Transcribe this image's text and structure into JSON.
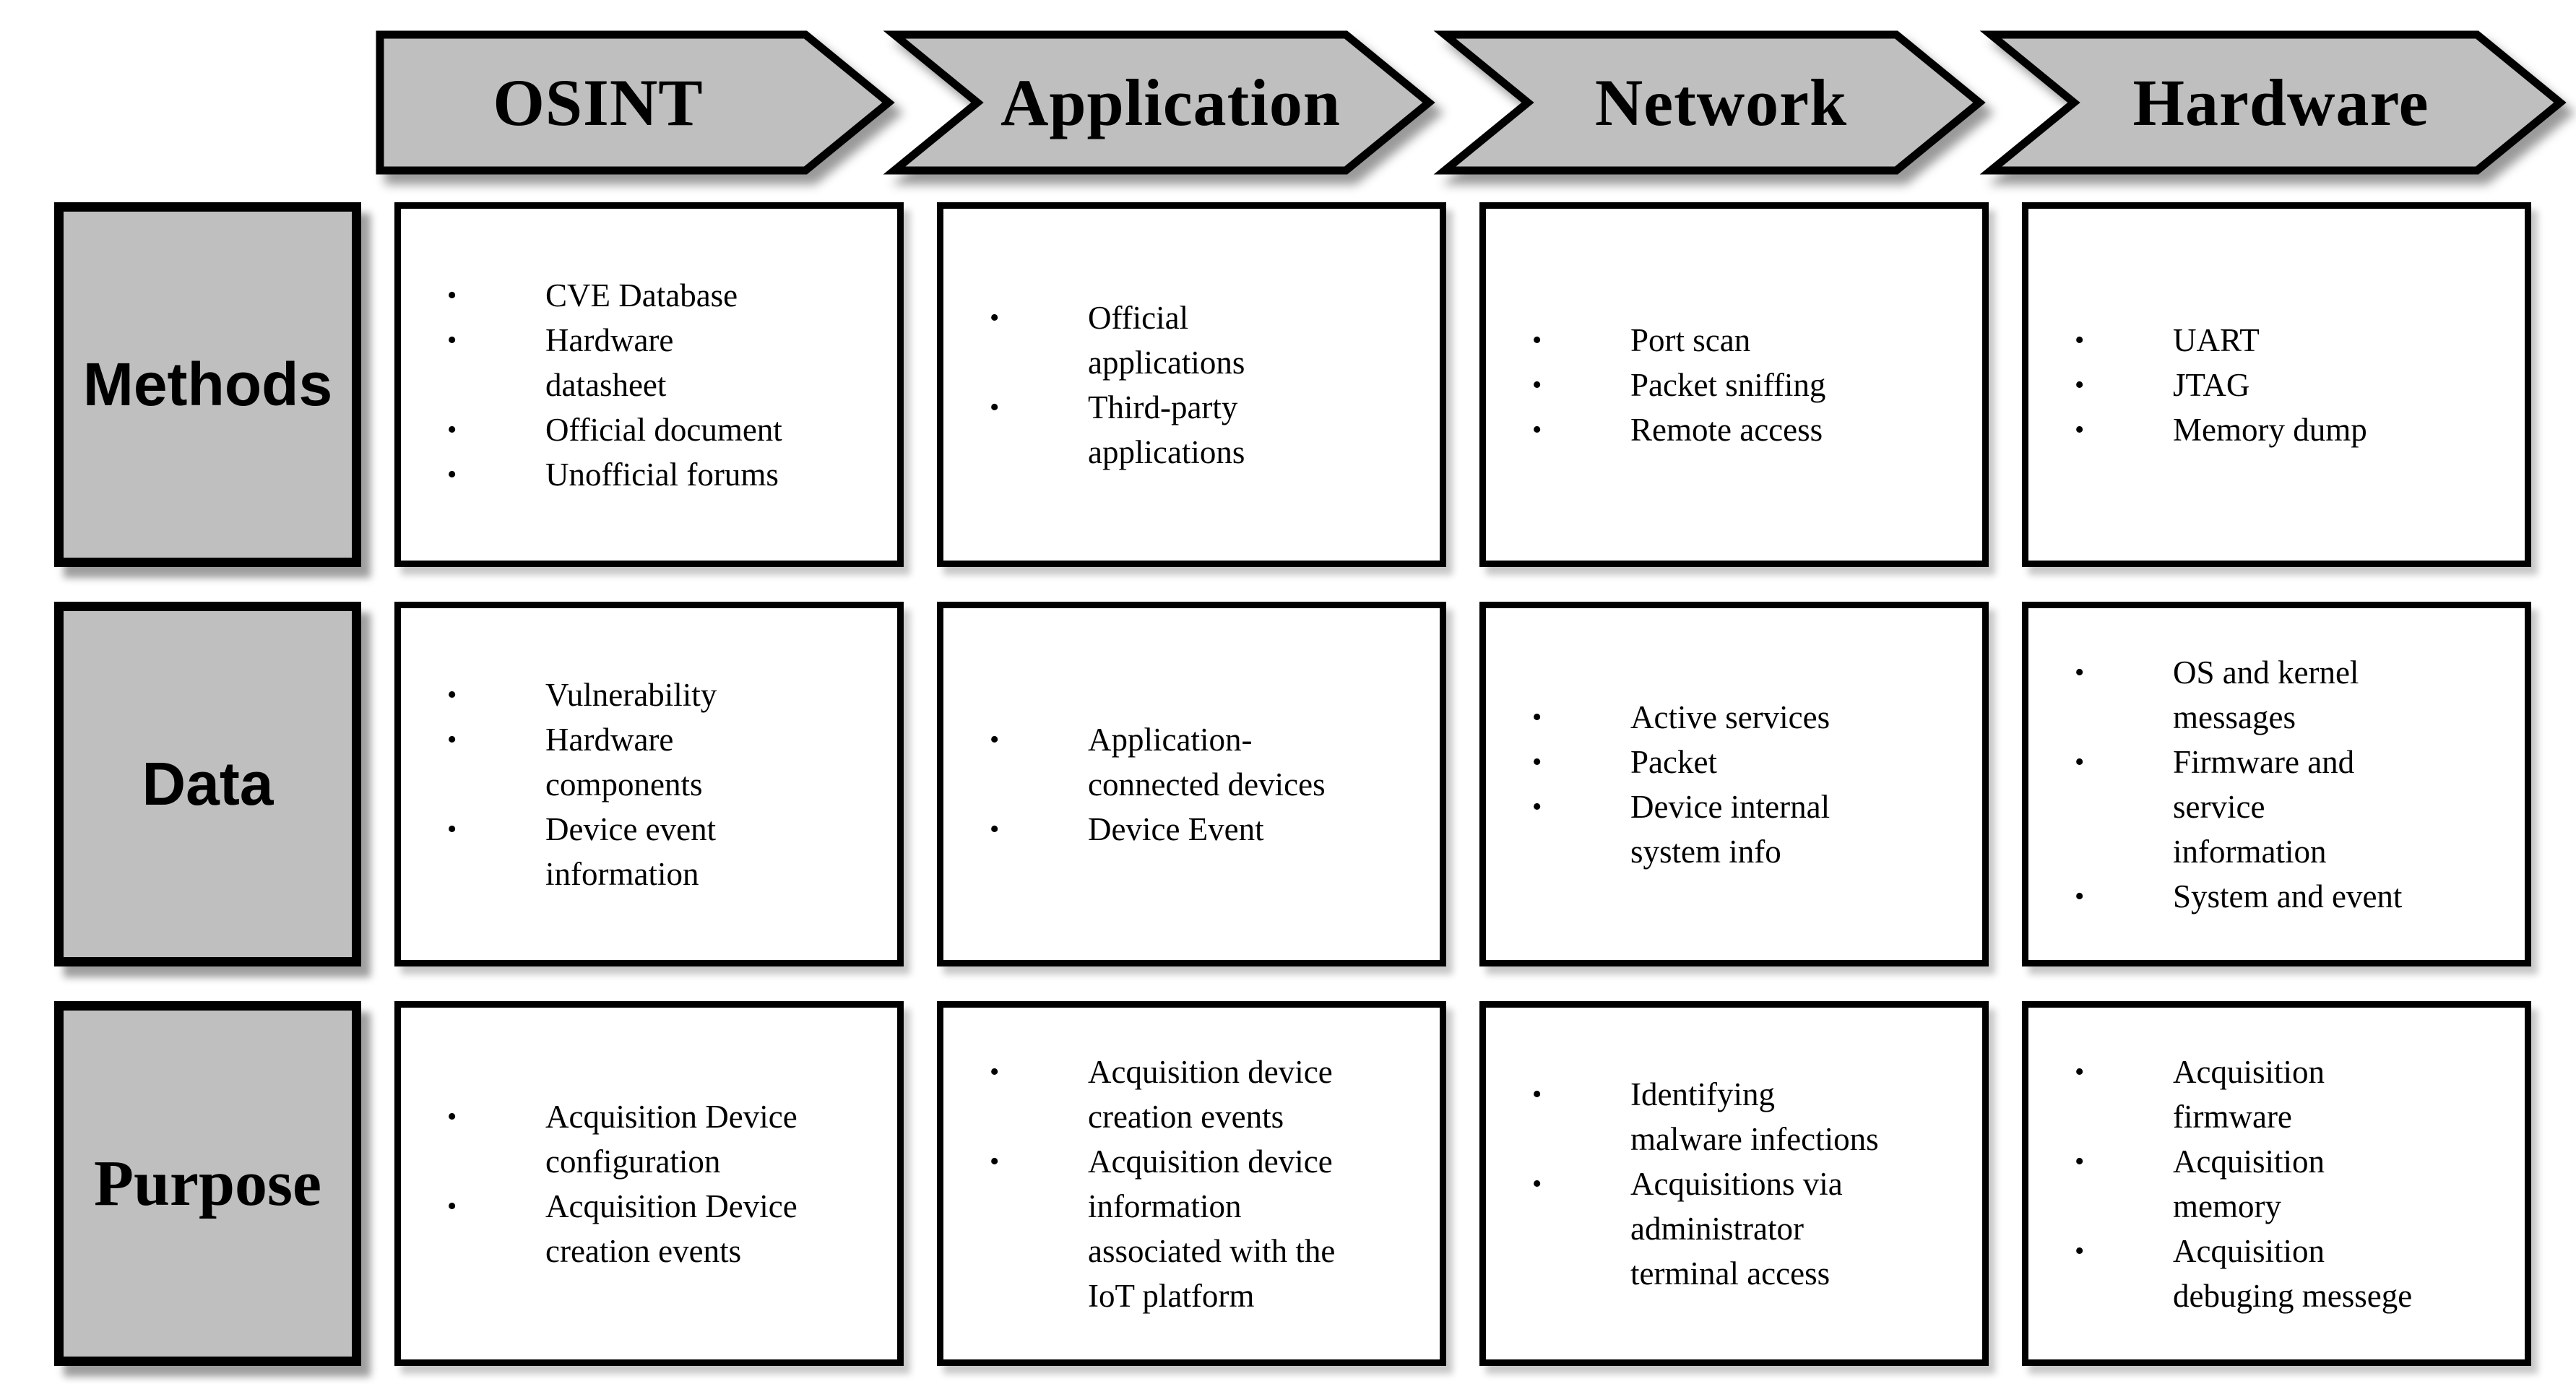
{
  "header": {
    "columns": [
      {
        "id": "osint",
        "label": "OSINT"
      },
      {
        "id": "application",
        "label": "Application"
      },
      {
        "id": "network",
        "label": "Network"
      },
      {
        "id": "hardware",
        "label": "Hardware"
      }
    ]
  },
  "rows": [
    {
      "id": "methods",
      "label": "Methods"
    },
    {
      "id": "data",
      "label": "Data"
    },
    {
      "id": "purpose",
      "label": "Purpose"
    }
  ],
  "cells": {
    "methods": {
      "osint": [
        "CVE Database",
        "Hardware datasheet",
        "Official document",
        "Unofficial forums"
      ],
      "application": [
        "Official applications",
        "Third-party applications"
      ],
      "network": [
        "Port scan",
        "Packet sniffing",
        "Remote access"
      ],
      "hardware": [
        "UART",
        "JTAG",
        "Memory dump"
      ]
    },
    "data": {
      "osint": [
        "Vulnerability",
        "Hardware components",
        "Device event information"
      ],
      "application": [
        "Application-connected devices",
        "Device Event"
      ],
      "network": [
        "Active services",
        "Packet",
        "Device internal system info"
      ],
      "hardware": [
        "OS and kernel messages",
        "Firmware and service information",
        "System and event"
      ]
    },
    "purpose": {
      "osint": [
        "Acquisition Device configuration",
        "Acquisition Device creation events"
      ],
      "application": [
        "Acquisition device creation events",
        "Acquisition device information associated with the IoT platform"
      ],
      "network": [
        "Identifying malware infections",
        "Acquisitions via administrator terminal access"
      ],
      "hardware": [
        "Acquisition firmware",
        "Acquisition memory",
        "Acquisition debuging messege"
      ]
    }
  },
  "bullet_glyph": "•",
  "colors": {
    "shape_fill": "#bfbfbf",
    "shape_border": "#000000",
    "cell_background": "#ffffff",
    "text": "#000000"
  }
}
